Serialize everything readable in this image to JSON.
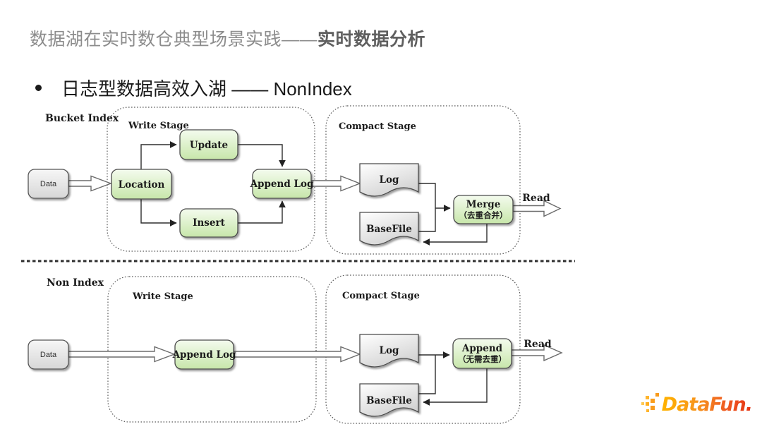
{
  "slide": {
    "title_gray": "数据湖在实时数仓典型场景实践——",
    "title_bold": "实时数据分析",
    "bullet": "日志型数据高效入湖 —— NonIndex"
  },
  "colors": {
    "node_green_top": "#f2fae9",
    "node_green_bottom": "#c8e6ab",
    "node_gray_top": "#f6f6f6",
    "node_gray_bottom": "#d8d8d8",
    "line": "#2e2e2e",
    "logo_orange": "#F7941D",
    "logo_red": "#E53212"
  },
  "bucket_index": {
    "section_label": "Bucket Index",
    "write_stage_label": "Write Stage",
    "compact_stage_label": "Compact Stage",
    "read_label": "Read",
    "nodes": {
      "data": "Data",
      "location": "Location",
      "update": "Update",
      "insert": "Insert",
      "append_log": "Append Log",
      "log": "Log",
      "basefile": "BaseFile",
      "merge_line1": "Merge",
      "merge_line2": "（去重合并）"
    }
  },
  "non_index": {
    "section_label": "Non Index",
    "write_stage_label": "Write Stage",
    "compact_stage_label": "Compact Stage",
    "read_label": "Read",
    "nodes": {
      "data": "Data",
      "append_log": "Append Log",
      "log": "Log",
      "basefile": "BaseFile",
      "append_line1": "Append",
      "append_line2": "（无需去重）"
    }
  },
  "logo": {
    "text": "DataFun."
  }
}
